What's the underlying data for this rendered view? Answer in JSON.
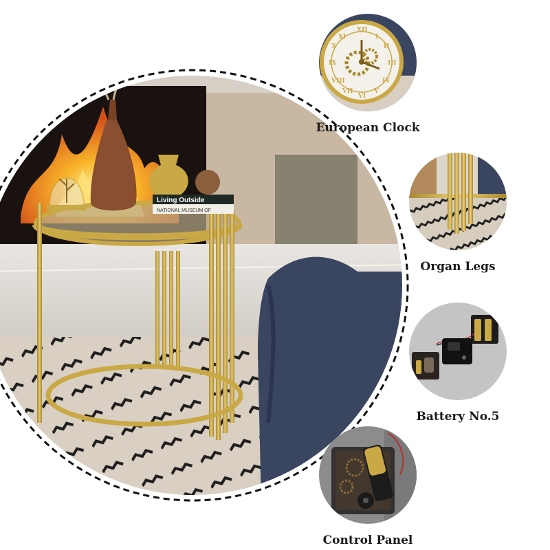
{
  "colors": {
    "gold": "#c9a846",
    "dark_gold": "#a8882e",
    "sofa_navy": "#3a4560",
    "rug_beige": "#d8cfc2",
    "flame": "#f59a1e"
  },
  "main_image": {
    "book_title": "Living Outside",
    "book_subtitle": "NATIONAL MUSEUM OF"
  },
  "features": [
    {
      "label": "European Clock",
      "icon": "clock-icon"
    },
    {
      "label": "Organ Legs",
      "icon": "table-legs-icon"
    },
    {
      "label": "Battery No.5",
      "icon": "battery-icon"
    },
    {
      "label": "Control Panel",
      "icon": "clock-movement-icon"
    }
  ]
}
